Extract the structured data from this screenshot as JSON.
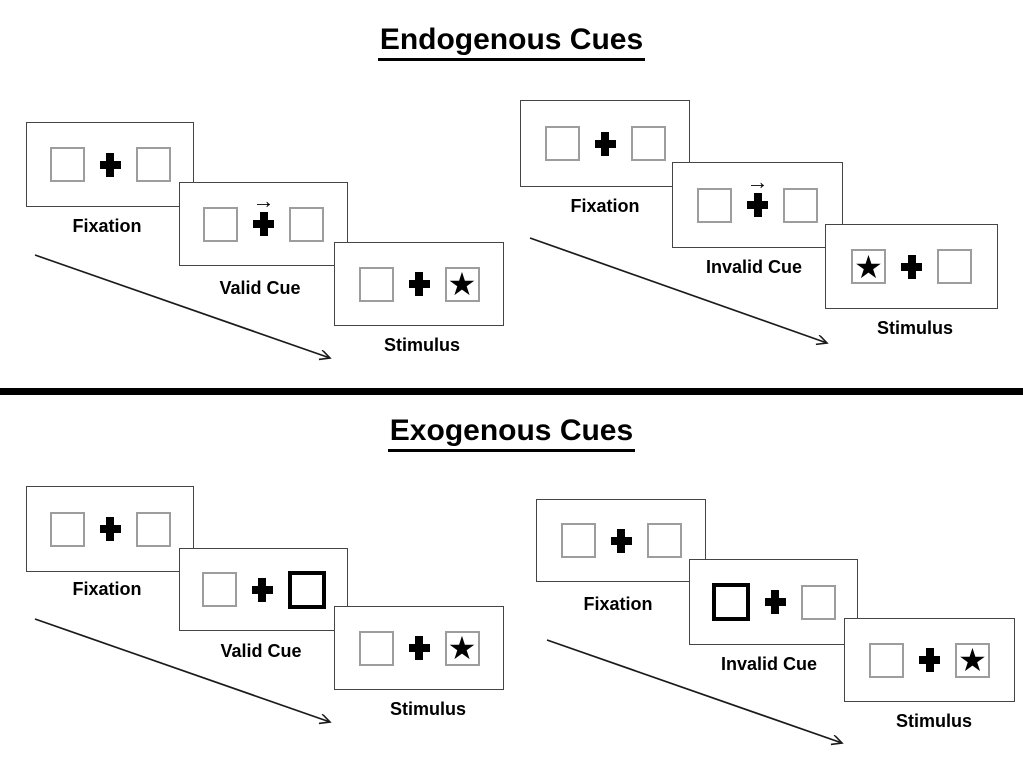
{
  "sections": [
    {
      "title": "Endogenous Cues",
      "panels": [
        {
          "name": "endogenous-valid",
          "frames": [
            {
              "label": "Fixation",
              "kind": "fixation"
            },
            {
              "label": "Valid Cue",
              "kind": "arrow-cue",
              "cue_direction": "right"
            },
            {
              "label": "Stimulus",
              "kind": "stimulus",
              "star_side": "right"
            }
          ]
        },
        {
          "name": "endogenous-invalid",
          "frames": [
            {
              "label": "Fixation",
              "kind": "fixation"
            },
            {
              "label": "Invalid Cue",
              "kind": "arrow-cue",
              "cue_direction": "right"
            },
            {
              "label": "Stimulus",
              "kind": "stimulus",
              "star_side": "left"
            }
          ]
        }
      ]
    },
    {
      "title": "Exogenous Cues",
      "panels": [
        {
          "name": "exogenous-valid",
          "frames": [
            {
              "label": "Fixation",
              "kind": "fixation"
            },
            {
              "label": "Valid Cue",
              "kind": "box-cue",
              "cue_side": "right"
            },
            {
              "label": "Stimulus",
              "kind": "stimulus",
              "star_side": "right"
            }
          ]
        },
        {
          "name": "exogenous-invalid",
          "frames": [
            {
              "label": "Fixation",
              "kind": "fixation"
            },
            {
              "label": "Invalid Cue",
              "kind": "box-cue",
              "cue_side": "left"
            },
            {
              "label": "Stimulus",
              "kind": "stimulus",
              "star_side": "right"
            }
          ]
        }
      ]
    }
  ],
  "glyphs": {
    "star": "★",
    "cue_arrow": "→"
  },
  "colors": {
    "ink": "#000000",
    "frame_border": "#454545",
    "square_border": "#9d9d9d",
    "bold_cue_border": "#000000"
  }
}
